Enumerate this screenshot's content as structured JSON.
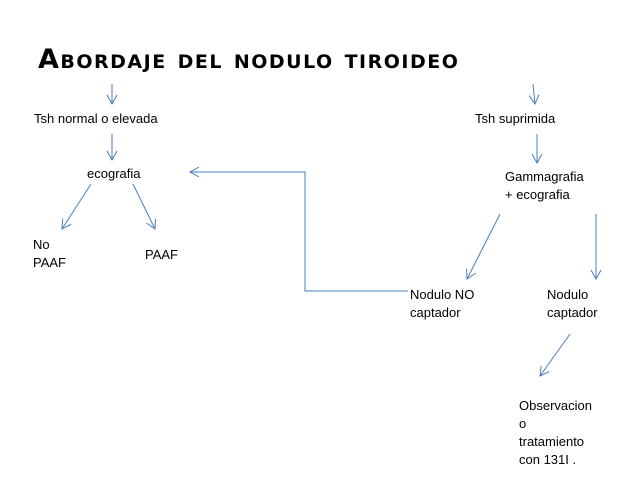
{
  "title": "Abordaje del nodulo tiroideo",
  "nodes": {
    "tsh_normal": "Tsh normal o elevada",
    "tsh_suprimida": "Tsh  suprimida",
    "ecografia": "ecografia",
    "gammagrafia": "Gammagrafia\n+ ecografia",
    "no_paaf": "No\nPAAF",
    "paaf": "PAAF",
    "nodulo_no_captador": "Nodulo NO\ncaptador",
    "nodulo_captador": "Nodulo\ncaptador",
    "observacion": "Observacion\no\ntratamiento\ncon  131I ."
  },
  "colors": {
    "arrow": "#4a7ebb",
    "text": "#000000"
  }
}
